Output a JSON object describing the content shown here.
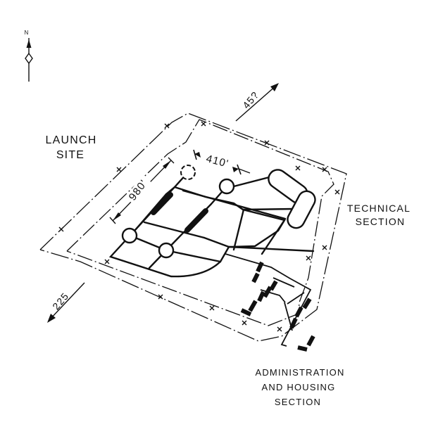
{
  "north_arrow": {
    "letter": "N"
  },
  "labels": {
    "launch_site": [
      "LAUNCH",
      "SITE"
    ],
    "technical_section": [
      "TECHNICAL",
      "SECTION"
    ],
    "admin_section": [
      "ADMINISTRATION",
      "AND HOUSING",
      "SECTION"
    ]
  },
  "dimensions": {
    "launch_span": "980'",
    "pad_spacing": "410'",
    "bearing_ne": "45?",
    "bearing_sw": "225"
  },
  "colors": {
    "ink": "#111111",
    "paper": "#ffffff"
  }
}
